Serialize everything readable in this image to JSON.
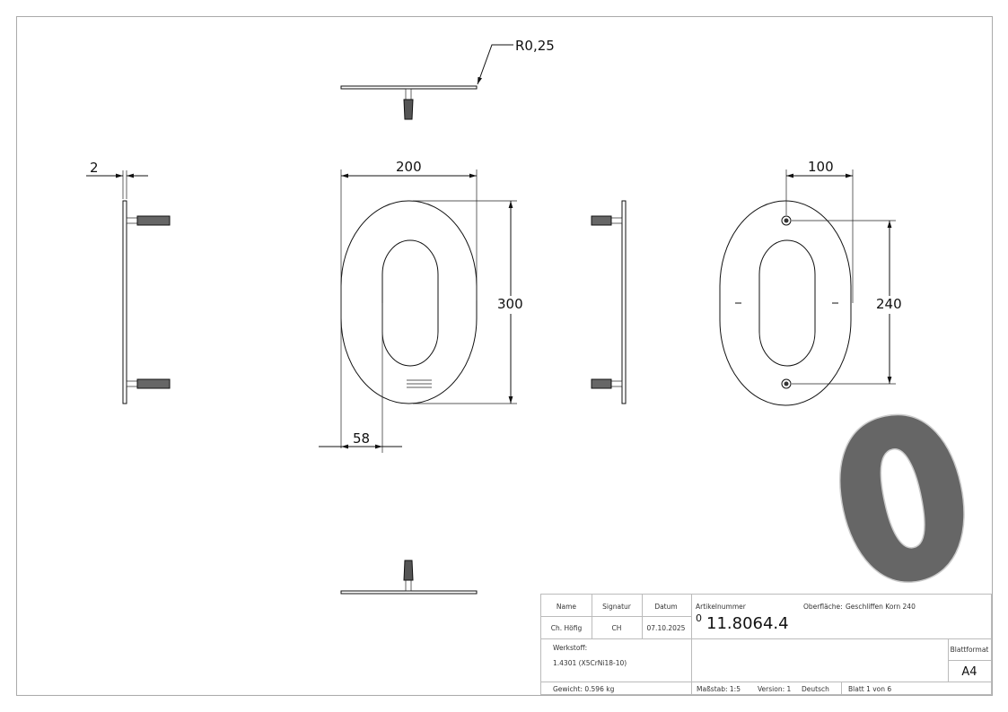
{
  "drawing": {
    "dimensions": {
      "radius": "R0,25",
      "thickness": "2",
      "width": "200",
      "height": "300",
      "offset": "58",
      "hole_spacing_h": "100",
      "hole_spacing_v": "240"
    },
    "model_color": "#666666"
  },
  "title_block": {
    "headers": {
      "name": "Name",
      "signature": "Signatur",
      "date": "Datum"
    },
    "name": "Ch. Höfig",
    "signature": "CH",
    "date": "07.10.2025",
    "article_label": "Artikelnummer",
    "article_prefix": "0",
    "article_number": "11.8064.4",
    "surface_label": "Oberfläche:",
    "surface_value": "Geschliffen Korn 240",
    "material_label": "Werkstoff:",
    "material_value": "1.4301 (X5CrNi18-10)",
    "format_label": "Blattformat",
    "format_value": "A4",
    "weight": "Gewicht: 0.596 kg",
    "scale": "Maßstab: 1:5",
    "version": "Version: 1",
    "language": "Deutsch",
    "sheet": "Blatt 1 von 6"
  }
}
